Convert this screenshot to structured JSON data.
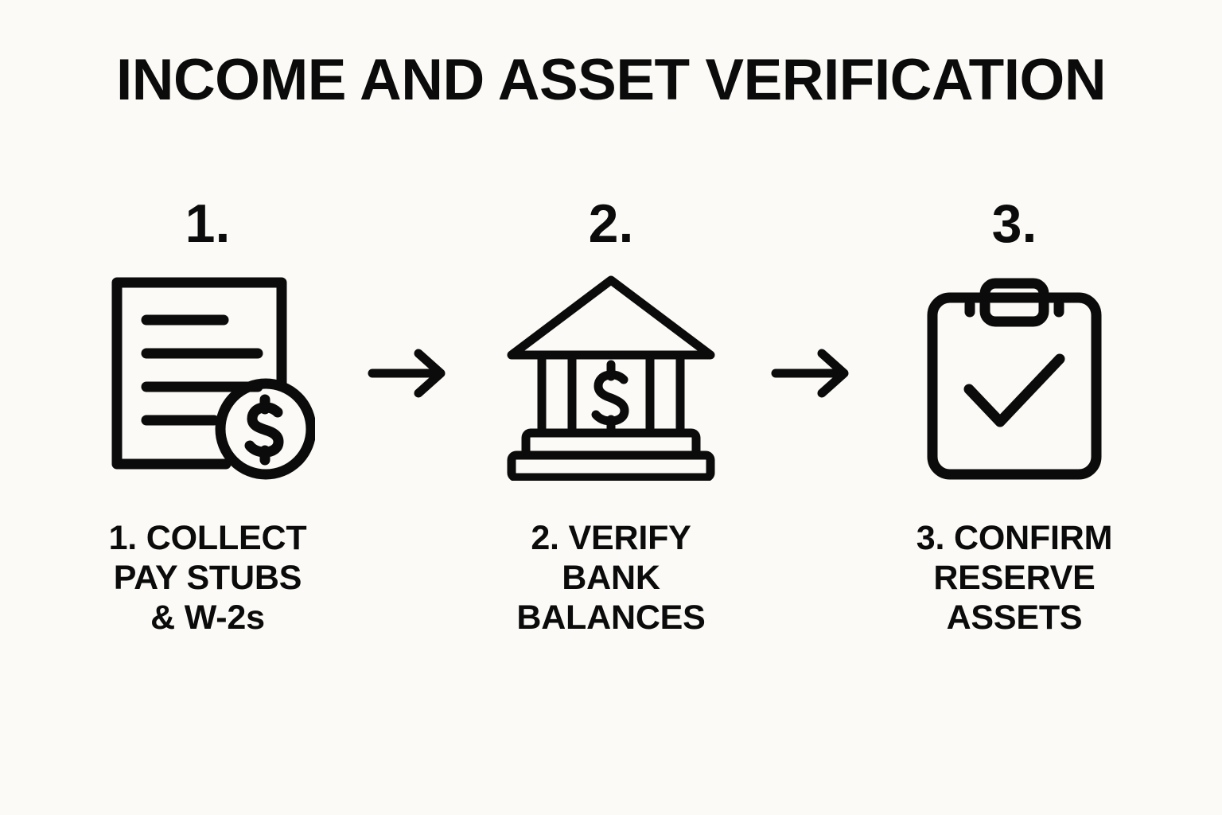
{
  "page": {
    "title": "INCOME AND ASSET VERIFICATION",
    "background_color": "#FBFAF6",
    "ink_color": "#0B0B0B"
  },
  "steps": [
    {
      "number": "1.",
      "icon": "document-with-dollar-coin-icon",
      "label": "1. COLLECT\nPAY STUBS\n& W-2s"
    },
    {
      "number": "2.",
      "icon": "bank-building-with-dollar-icon",
      "label": "2. VERIFY\nBANK\nBALANCES"
    },
    {
      "number": "3.",
      "icon": "clipboard-with-checkmark-icon",
      "label": "3. CONFIRM\nRESERVE\nASSETS"
    }
  ],
  "connectors": [
    {
      "icon": "arrow-right-icon"
    },
    {
      "icon": "arrow-right-icon"
    }
  ]
}
